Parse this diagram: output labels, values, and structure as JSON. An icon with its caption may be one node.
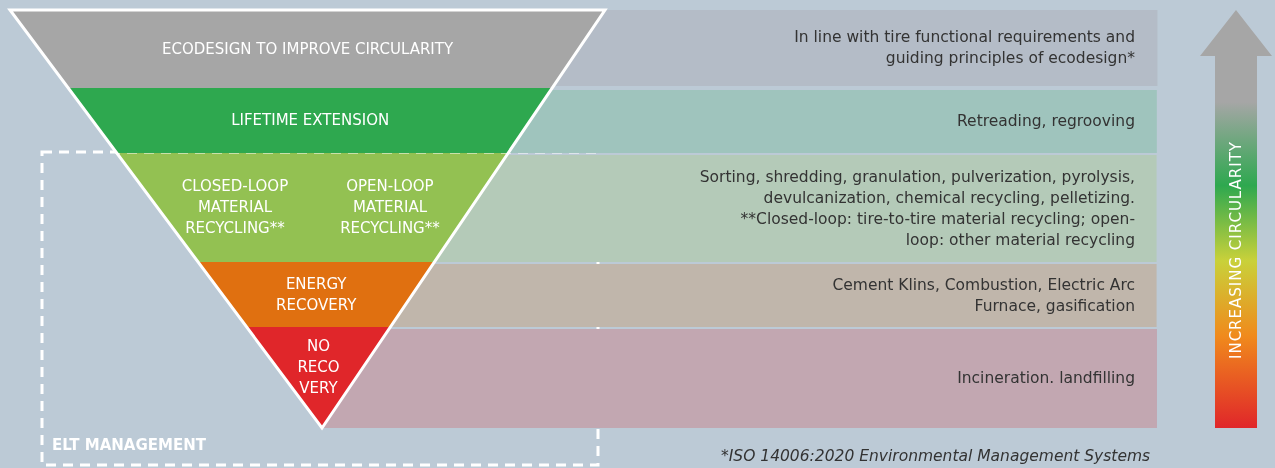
{
  "diagram": {
    "nodes": [
      {
        "text": [
          "ECODESIGN TO IMPROVE CIRCULARITY"
        ]
      },
      {
        "text": [
          "In line with tire functional requirements and guiding principles of ecodesign*"
        ]
      },
      {
        "text": [
          "LIFETIME EXTENSION"
        ]
      },
      {
        "text": [
          "Retreading, regrooving"
        ]
      },
      {
        "text": [
          "CLOSED-LOOP MATERIAL RECYCLING**",
          "OPEN-LOOP MATERIAL RECYCLING**"
        ],
        "in": 10
      },
      {
        "text": [
          "Sorting, shredding, granulation, pulverization, pyrolysis, devulcanization, chemical recycling, pelletizing.",
          "**Closed-loop: tire-to-tire material recycling; open-loop: other material recycling"
        ]
      },
      {
        "text": [
          "ENERGY RECOVERY"
        ],
        "in": 10
      },
      {
        "text": [
          "Cement Klins, Combustion, Electric Arc Furnace, gasification"
        ]
      },
      {
        "text": [
          "NO RECO VERY"
        ],
        "in": 10
      },
      {
        "text": [
          "Incineration. landfilling"
        ]
      },
      {
        "text": [
          "ELT MANAGEMENT"
        ]
      },
      {
        "text": [
          "INCREASING CIRCULARITY"
        ]
      }
    ],
    "edges": [],
    "labels": [
      "*ISO 14006:2020 Environmental Management Systems"
    ]
  }
}
